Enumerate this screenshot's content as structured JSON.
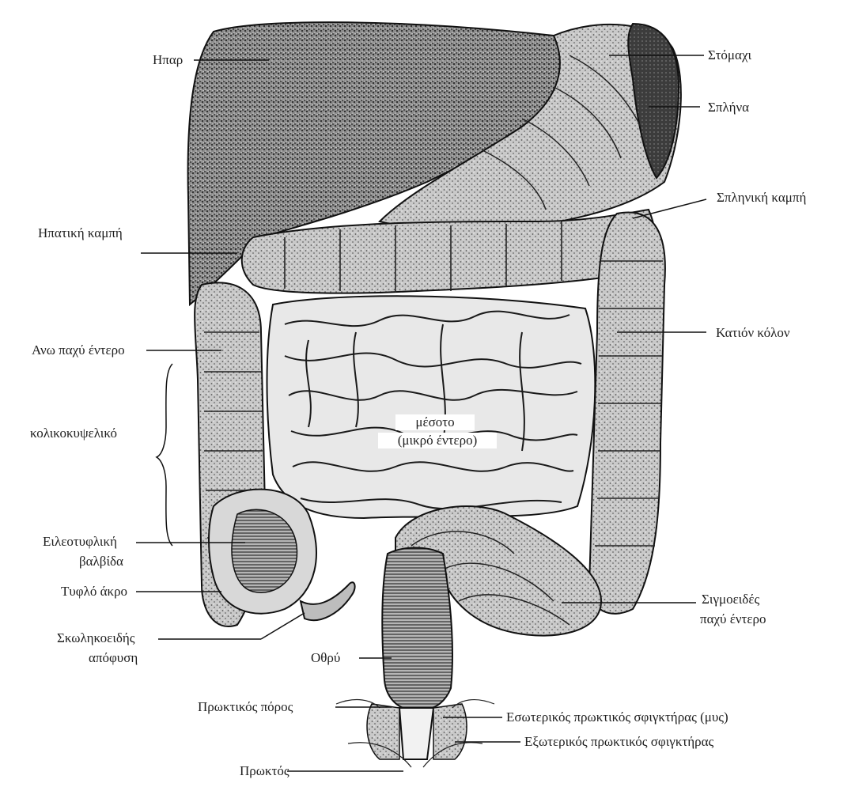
{
  "labels": {
    "liver": "Ηπαρ",
    "stomach": "Στόμαχι",
    "spleen": "Σπλήνα",
    "splenic_flexure": "Σπληνική καμπή",
    "hepatic_flexure": "Ηπατική καμπή",
    "ascending_colon": "Ανω παχύ έντερο",
    "descending_colon": "Κατιόν κόλον",
    "colic_loop": "κολικοκυψελικό",
    "small_intestine_1": "μέσοτο",
    "small_intestine_2": "(μικρό έντερο)",
    "ileocecal_1": "Ειλεοτυφλική",
    "ileocecal_2": "βαλβίδα",
    "cecum": "Τυφλό άκρο",
    "appendix_1": "Σκωληκοειδής",
    "appendix_2": "απόφυση",
    "sigmoid_1": "Σιγμοειδές",
    "sigmoid_2": "παχύ έντερο",
    "rectum": "Οθρύ",
    "anal_canal": "Πρωκτικός πόρος",
    "internal_sphincter": "Εσωτερικός πρωκτικός σφιγκτήρας (μυς)",
    "external_sphincter": "Εξωτερικός πρωκτικός σφιγκτήρας",
    "anus": "Πρωκτός"
  },
  "colors": {
    "ink": "#1f1f1f",
    "shade": "#555555",
    "paper": "#ffffff"
  }
}
